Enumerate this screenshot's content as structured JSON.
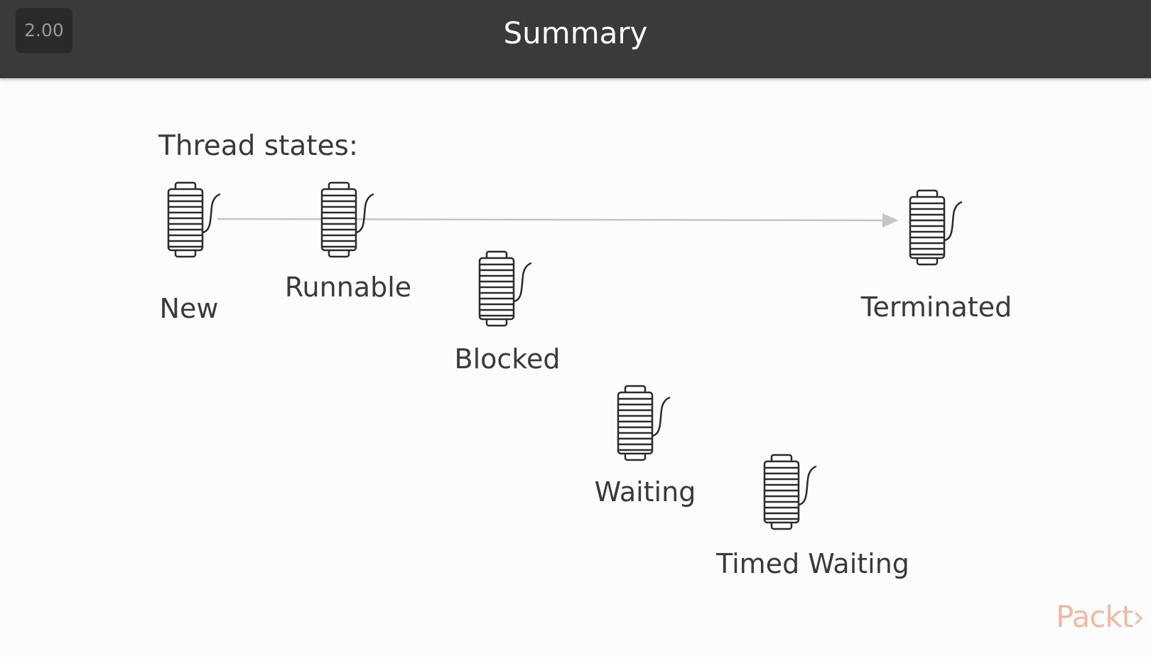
{
  "header": {
    "speed": "2.00",
    "title": "Summary"
  },
  "content": {
    "section_label": "Thread states:",
    "states": [
      {
        "key": "new",
        "label": "New",
        "icon": "thread-spool-icon"
      },
      {
        "key": "runnable",
        "label": "Runnable",
        "icon": "thread-spool-icon"
      },
      {
        "key": "blocked",
        "label": "Blocked",
        "icon": "thread-spool-icon"
      },
      {
        "key": "waiting",
        "label": "Waiting",
        "icon": "thread-spool-icon"
      },
      {
        "key": "timed-waiting",
        "label": "Timed Waiting",
        "icon": "thread-spool-icon"
      },
      {
        "key": "terminated",
        "label": "Terminated",
        "icon": "thread-spool-icon"
      }
    ]
  },
  "branding": {
    "logo": "Packt›"
  },
  "colors": {
    "header_bg": "#3b393b",
    "background": "#fcfcfc",
    "arrow": "#c6c6c6",
    "logo": "#f0b8a4"
  }
}
